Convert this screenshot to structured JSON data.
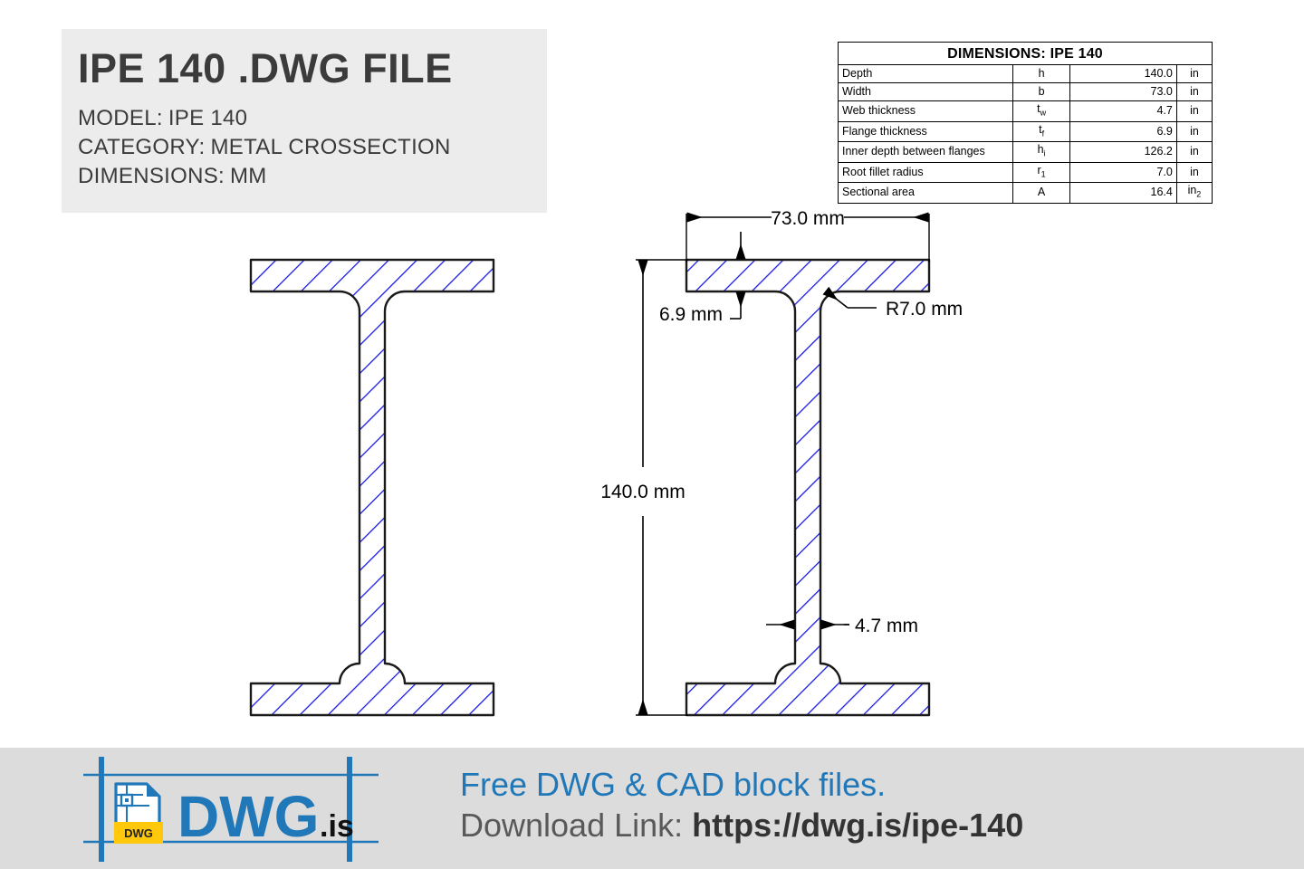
{
  "title_block": {
    "main_title": "IPE 140 .DWG FILE",
    "model_label": "MODEL:",
    "model_value": "IPE 140",
    "category_label": "CATEGORY:",
    "category_value": "METAL CROSSECTION",
    "dimensions_label": "DIMENSIONS:",
    "dimensions_value": "MM"
  },
  "dim_table": {
    "title": "DIMENSIONS: IPE 140",
    "rows": [
      {
        "label": "Depth",
        "sym": "h",
        "sub": "",
        "value": "140.0",
        "unit": "in",
        "unit_sub": ""
      },
      {
        "label": "Width",
        "sym": "b",
        "sub": "",
        "value": "73.0",
        "unit": "in",
        "unit_sub": ""
      },
      {
        "label": "Web thickness",
        "sym": "t",
        "sub": "w",
        "value": "4.7",
        "unit": "in",
        "unit_sub": ""
      },
      {
        "label": "Flange thickness",
        "sym": "t",
        "sub": "f",
        "value": "6.9",
        "unit": "in",
        "unit_sub": ""
      },
      {
        "label": "Inner depth between flanges",
        "sym": "h",
        "sub": "i",
        "value": "126.2",
        "unit": "in",
        "unit_sub": ""
      },
      {
        "label": "Root fillet radius",
        "sym": "r",
        "sub": "1",
        "value": "7.0",
        "unit": "in",
        "unit_sub": ""
      },
      {
        "label": "Sectional area",
        "sym": "A",
        "sub": "",
        "value": "16.4",
        "unit": "in",
        "unit_sub": "2"
      }
    ]
  },
  "drawing": {
    "annotations": {
      "width": "73.0 mm",
      "depth": "140.0 mm",
      "flange_thickness": "6.9 mm",
      "web_thickness": "4.7 mm",
      "fillet_radius": "R7.0 mm"
    },
    "colors": {
      "hatch": "#1a1ae6",
      "outline": "#1a1a1a",
      "dimension": "#000000"
    }
  },
  "footer": {
    "logo_text_main": "DWG",
    "logo_text_suffix": ".is",
    "logo_badge": "DWG",
    "tagline": "Free DWG & CAD block files.",
    "download_label": "Download Link:",
    "download_url": "https://dwg.is/ipe-140",
    "colors": {
      "brand_blue": "#2078b8",
      "badge_yellow": "#ffc80a",
      "band": "#dcdcdc"
    }
  },
  "chart_data": {
    "type": "table",
    "title": "DIMENSIONS: IPE 140",
    "categories": [
      "Depth",
      "Width",
      "Web thickness",
      "Flange thickness",
      "Inner depth between flanges",
      "Root fillet radius",
      "Sectional area"
    ],
    "symbols": [
      "h",
      "b",
      "tw",
      "tf",
      "hi",
      "r1",
      "A"
    ],
    "values": [
      140.0,
      73.0,
      4.7,
      6.9,
      126.2,
      7.0,
      16.4
    ],
    "units": [
      "in",
      "in",
      "in",
      "in",
      "in",
      "in",
      "in2"
    ]
  }
}
